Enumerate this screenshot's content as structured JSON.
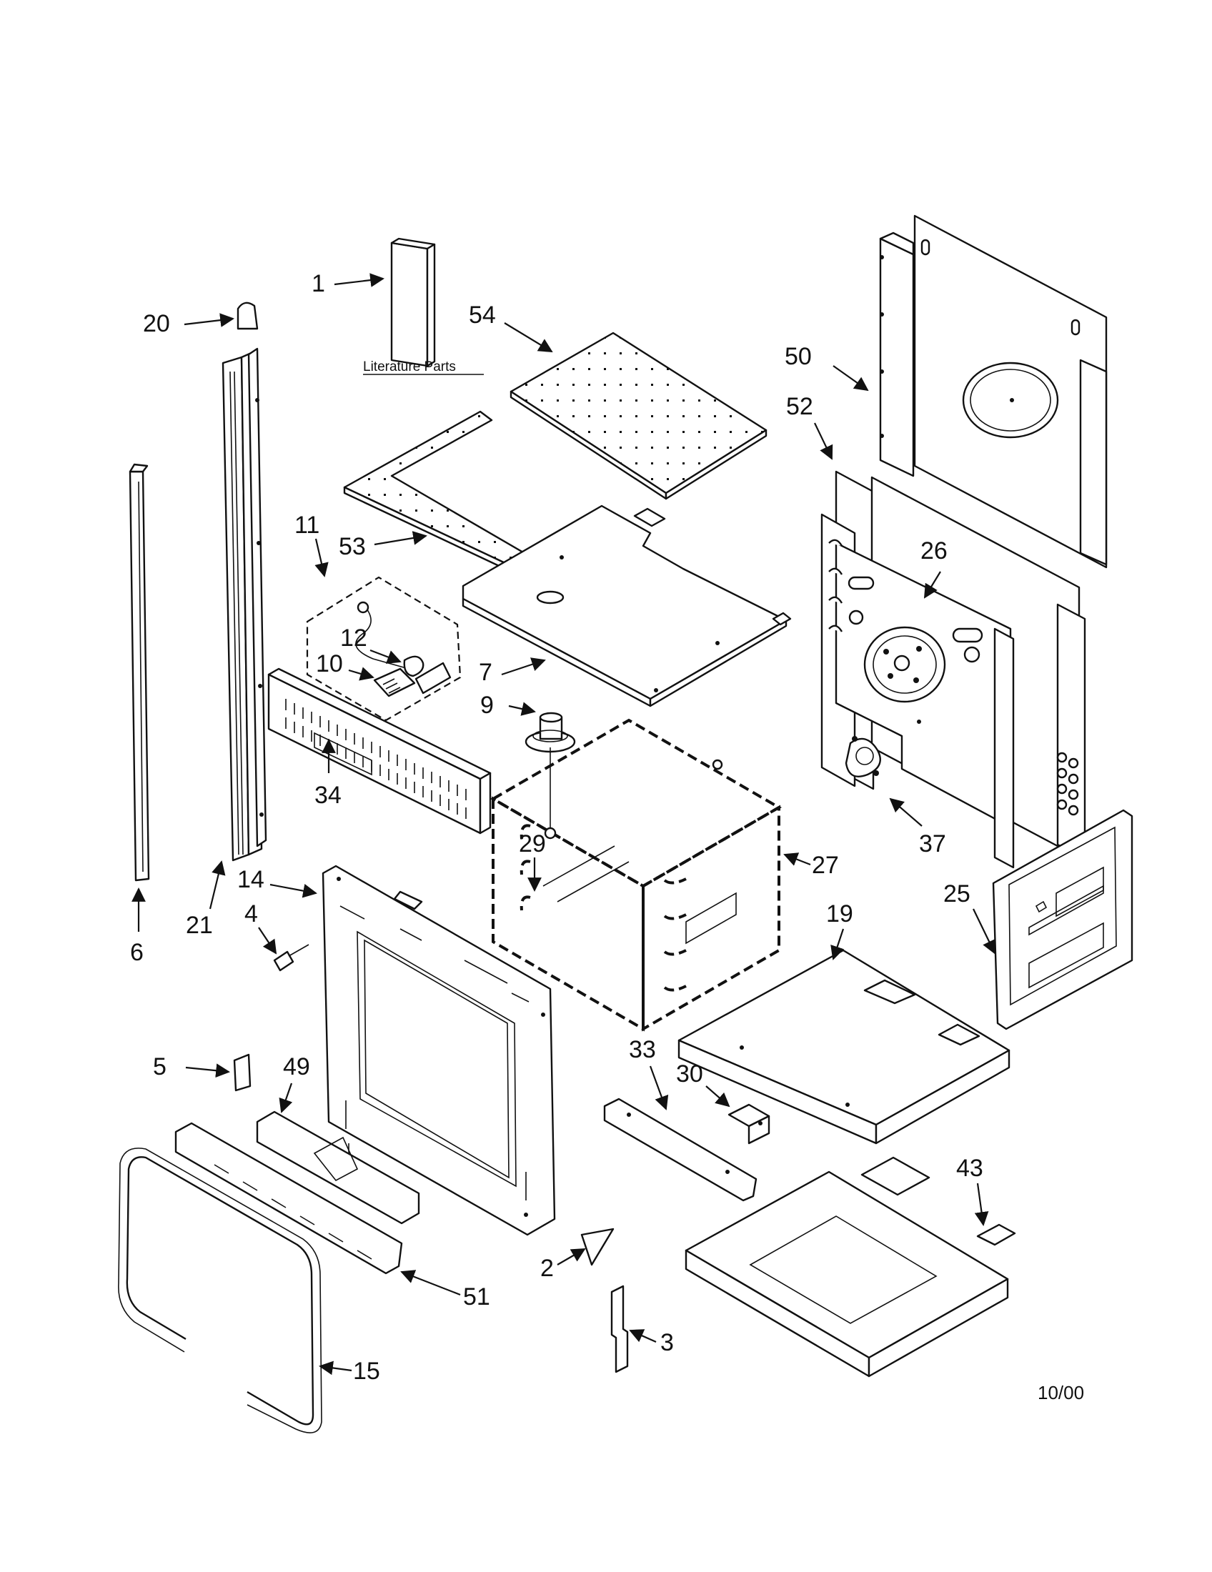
{
  "diagram": {
    "literature_label": "Literature Parts",
    "date_code": "10/00",
    "callouts": [
      {
        "label": "1"
      },
      {
        "label": "20"
      },
      {
        "label": "54"
      },
      {
        "label": "50"
      },
      {
        "label": "52"
      },
      {
        "label": "11"
      },
      {
        "label": "53"
      },
      {
        "label": "26"
      },
      {
        "label": "12"
      },
      {
        "label": "10"
      },
      {
        "label": "7"
      },
      {
        "label": "9"
      },
      {
        "label": "34"
      },
      {
        "label": "29"
      },
      {
        "label": "27"
      },
      {
        "label": "37"
      },
      {
        "label": "14"
      },
      {
        "label": "21"
      },
      {
        "label": "4"
      },
      {
        "label": "6"
      },
      {
        "label": "25"
      },
      {
        "label": "19"
      },
      {
        "label": "5"
      },
      {
        "label": "49"
      },
      {
        "label": "33"
      },
      {
        "label": "30"
      },
      {
        "label": "43"
      },
      {
        "label": "51"
      },
      {
        "label": "2"
      },
      {
        "label": "3"
      },
      {
        "label": "15"
      }
    ]
  }
}
